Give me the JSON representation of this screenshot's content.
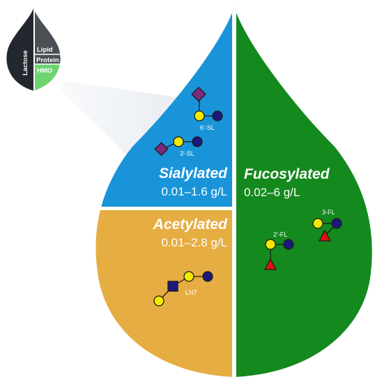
{
  "inset": {
    "lactose": "Lactose",
    "lipid": "Lipid",
    "protein": "Protein",
    "hmo": "HMO"
  },
  "sections": {
    "sialylated": {
      "label": "Sialylated",
      "concentration": "0.01–1.6 g/L",
      "color": "#1a94d9"
    },
    "fucosylated": {
      "label": "Fucosylated",
      "concentration": "0.02–6 g/L",
      "color": "#14891e"
    },
    "acetylated": {
      "label": "Acetylated",
      "concentration": "0.01–2.8 g/L",
      "color": "#e6ad42"
    }
  },
  "glycans": {
    "six_sl": "6'-SL",
    "three_sl": "3'-SL",
    "two_fl": "2'-FL",
    "three_fl": "3-FL",
    "lnt": "LNT"
  },
  "colors": {
    "galactose": "#f5e800",
    "glucose": "#1a1a7a",
    "sialic": "#7b2a7e",
    "fucose": "#e01010",
    "glcnac": "#1a1a7a",
    "lactose_dark": "#23272e",
    "lipid_gray": "#4a4e55",
    "hmo_green": "#6cd56e"
  }
}
